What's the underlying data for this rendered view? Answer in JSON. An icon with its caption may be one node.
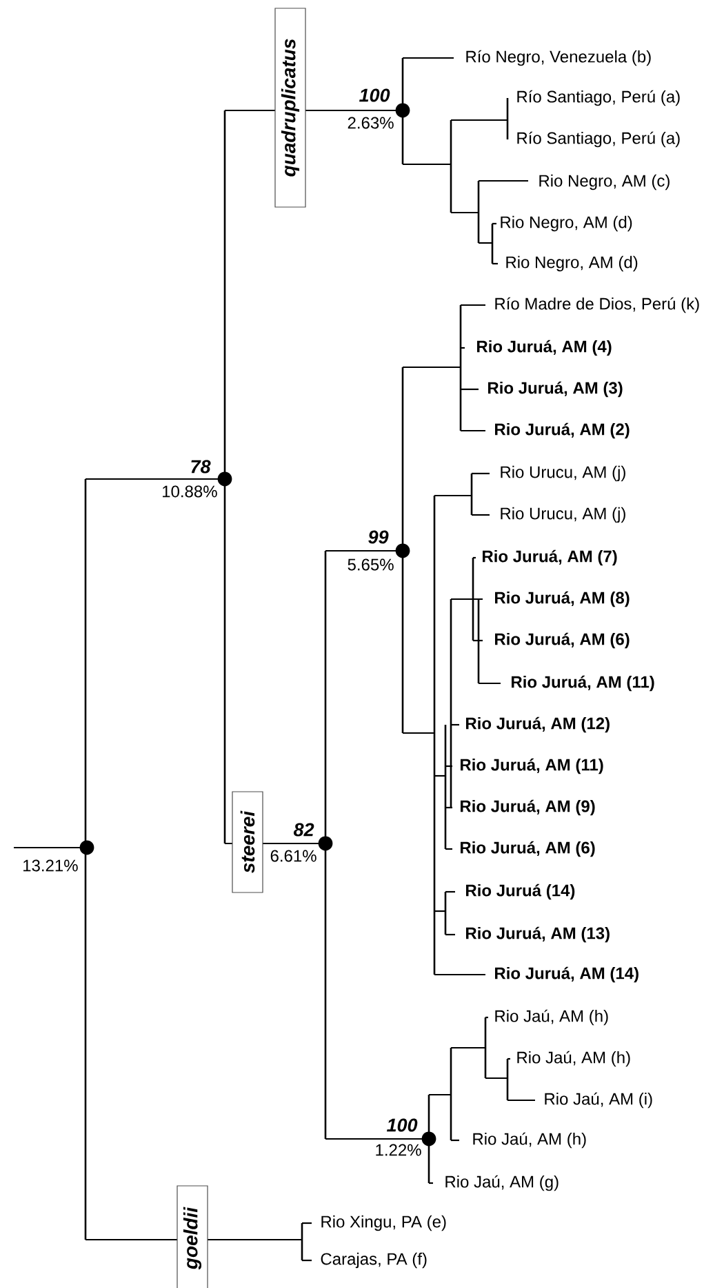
{
  "diagram": {
    "nodes": [
      {
        "text": [
          "quadruplicatus"
        ]
      },
      {
        "text": [
          "steerei"
        ]
      },
      {
        "text": [
          "goeldii"
        ]
      }
    ],
    "labels": [
      "Río Negro, Venezuela (b)",
      "Río Santiago, Perú (a)",
      "Río Santiago, Perú (a)",
      "Rio Negro, AM (c)",
      "Rio Negro, AM (d)",
      "Rio Negro, AM (d)",
      "Río Madre de Dios, Perú (k)",
      "Rio Juruá, AM (4)",
      "Rio Juruá, AM (3)",
      "Rio Juruá, AM (2)",
      "Rio Urucu, AM (j)",
      "Rio Urucu, AM (j)",
      "Rio Juruá, AM (7)",
      "Rio Juruá, AM (8)",
      "Rio Juruá, AM (6)",
      "Rio Juruá, AM (11)",
      "Rio Juruá, AM (12)",
      "Rio Juruá, AM (11)",
      "Rio Juruá, AM (9)",
      "Rio Juruá, AM (6)",
      "Rio Juruá (14)",
      "Rio Juruá, AM (13)",
      "Rio Juruá, AM (14)",
      "Rio Jaú, AM (h)",
      "Rio Jaú, AM (h)",
      "Rio Jaú, AM (i)",
      "Rio Jaú, AM (h)",
      "Rio Jaú, AM (g)",
      "Rio Xingu, PA (e)",
      "Carajas, PA (f)",
      "100",
      "2.63%",
      "78",
      "10.88%",
      "99",
      "5.65%",
      "82",
      "6.61%",
      "13.21%",
      "100",
      "1.22%"
    ]
  }
}
